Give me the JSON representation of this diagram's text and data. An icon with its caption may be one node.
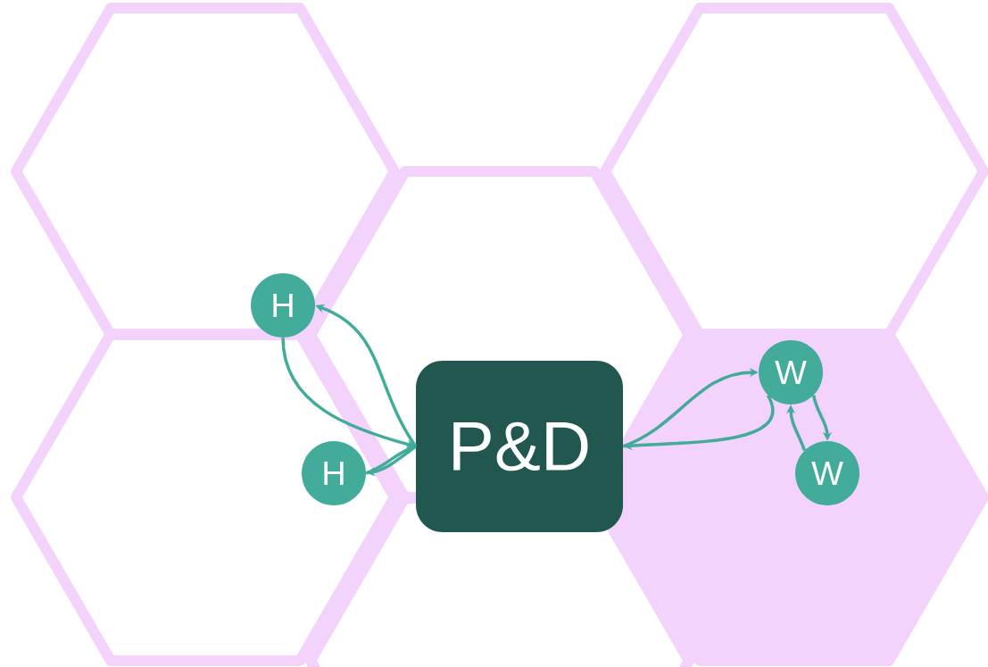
{
  "diagram": {
    "nodes": [
      {
        "text": [
          "H"
        ]
      },
      {
        "text": [
          "W"
        ]
      },
      {
        "text": [
          "P&D"
        ]
      },
      {
        "text": [
          "H"
        ]
      },
      {
        "text": [
          "W"
        ]
      }
    ],
    "edges": [
      {
        "from": 0,
        "to": 2,
        "arrow": "to"
      },
      {
        "from": 2,
        "to": 0,
        "arrow": "to"
      },
      {
        "from": 3,
        "to": 2,
        "arrow": "to"
      },
      {
        "from": 2,
        "to": 3,
        "arrow": "to"
      },
      {
        "from": 2,
        "to": 1,
        "arrow": "to"
      },
      {
        "from": 1,
        "to": 2,
        "arrow": "to"
      },
      {
        "from": 1,
        "to": 4,
        "arrow": "to"
      },
      {
        "from": 4,
        "to": 1,
        "arrow": "to"
      }
    ]
  }
}
